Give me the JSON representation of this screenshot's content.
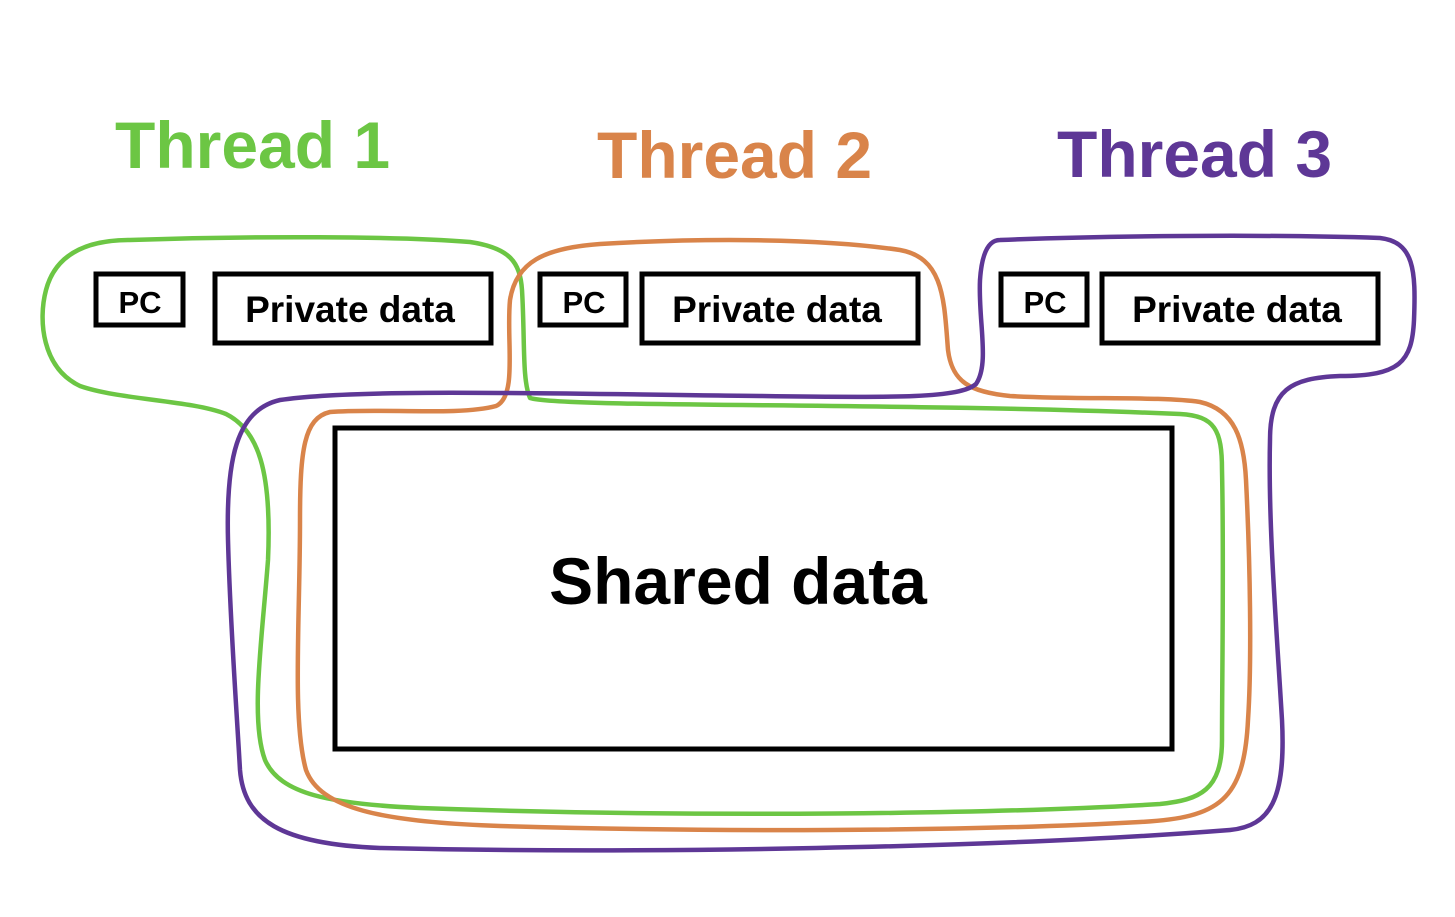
{
  "threads": [
    {
      "title": "Thread 1",
      "color": "#6cc644",
      "pc_label": "PC",
      "private_label": "Private data"
    },
    {
      "title": "Thread 2",
      "color": "#d9844a",
      "pc_label": "PC",
      "private_label": "Private data"
    },
    {
      "title": "Thread 3",
      "color": "#5e3796",
      "pc_label": "PC",
      "private_label": "Private data"
    }
  ],
  "shared": {
    "label": "Shared data"
  }
}
